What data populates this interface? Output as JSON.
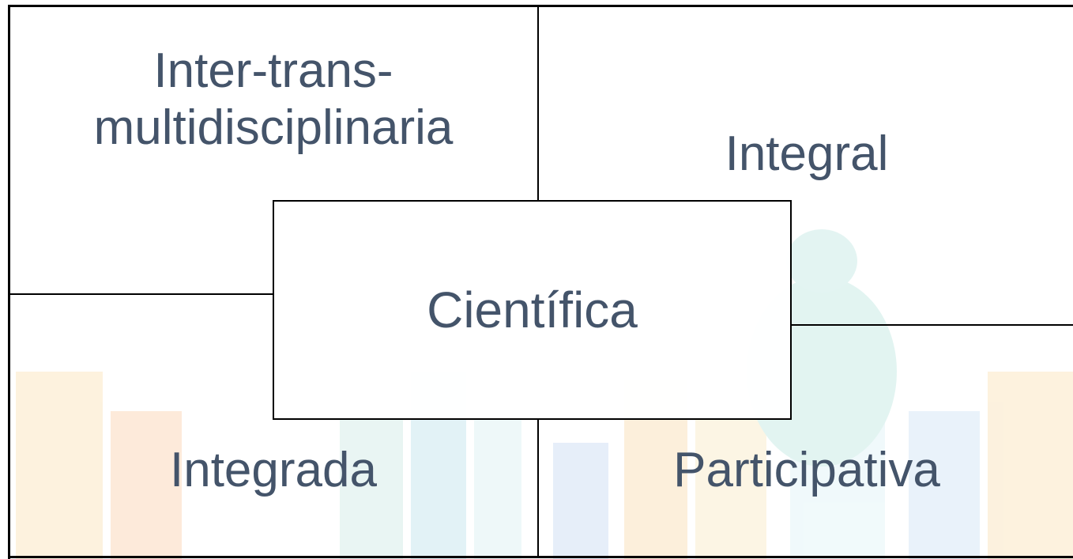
{
  "quadrants": {
    "top_left": "Inter-trans-\nmultidisciplinaria",
    "top_right": "Integral",
    "bottom_left": "Integrada",
    "bottom_right": "Participativa"
  },
  "center": "Científica",
  "colors": {
    "text": "#44546a",
    "lines": "#000000",
    "background": "#ffffff"
  }
}
